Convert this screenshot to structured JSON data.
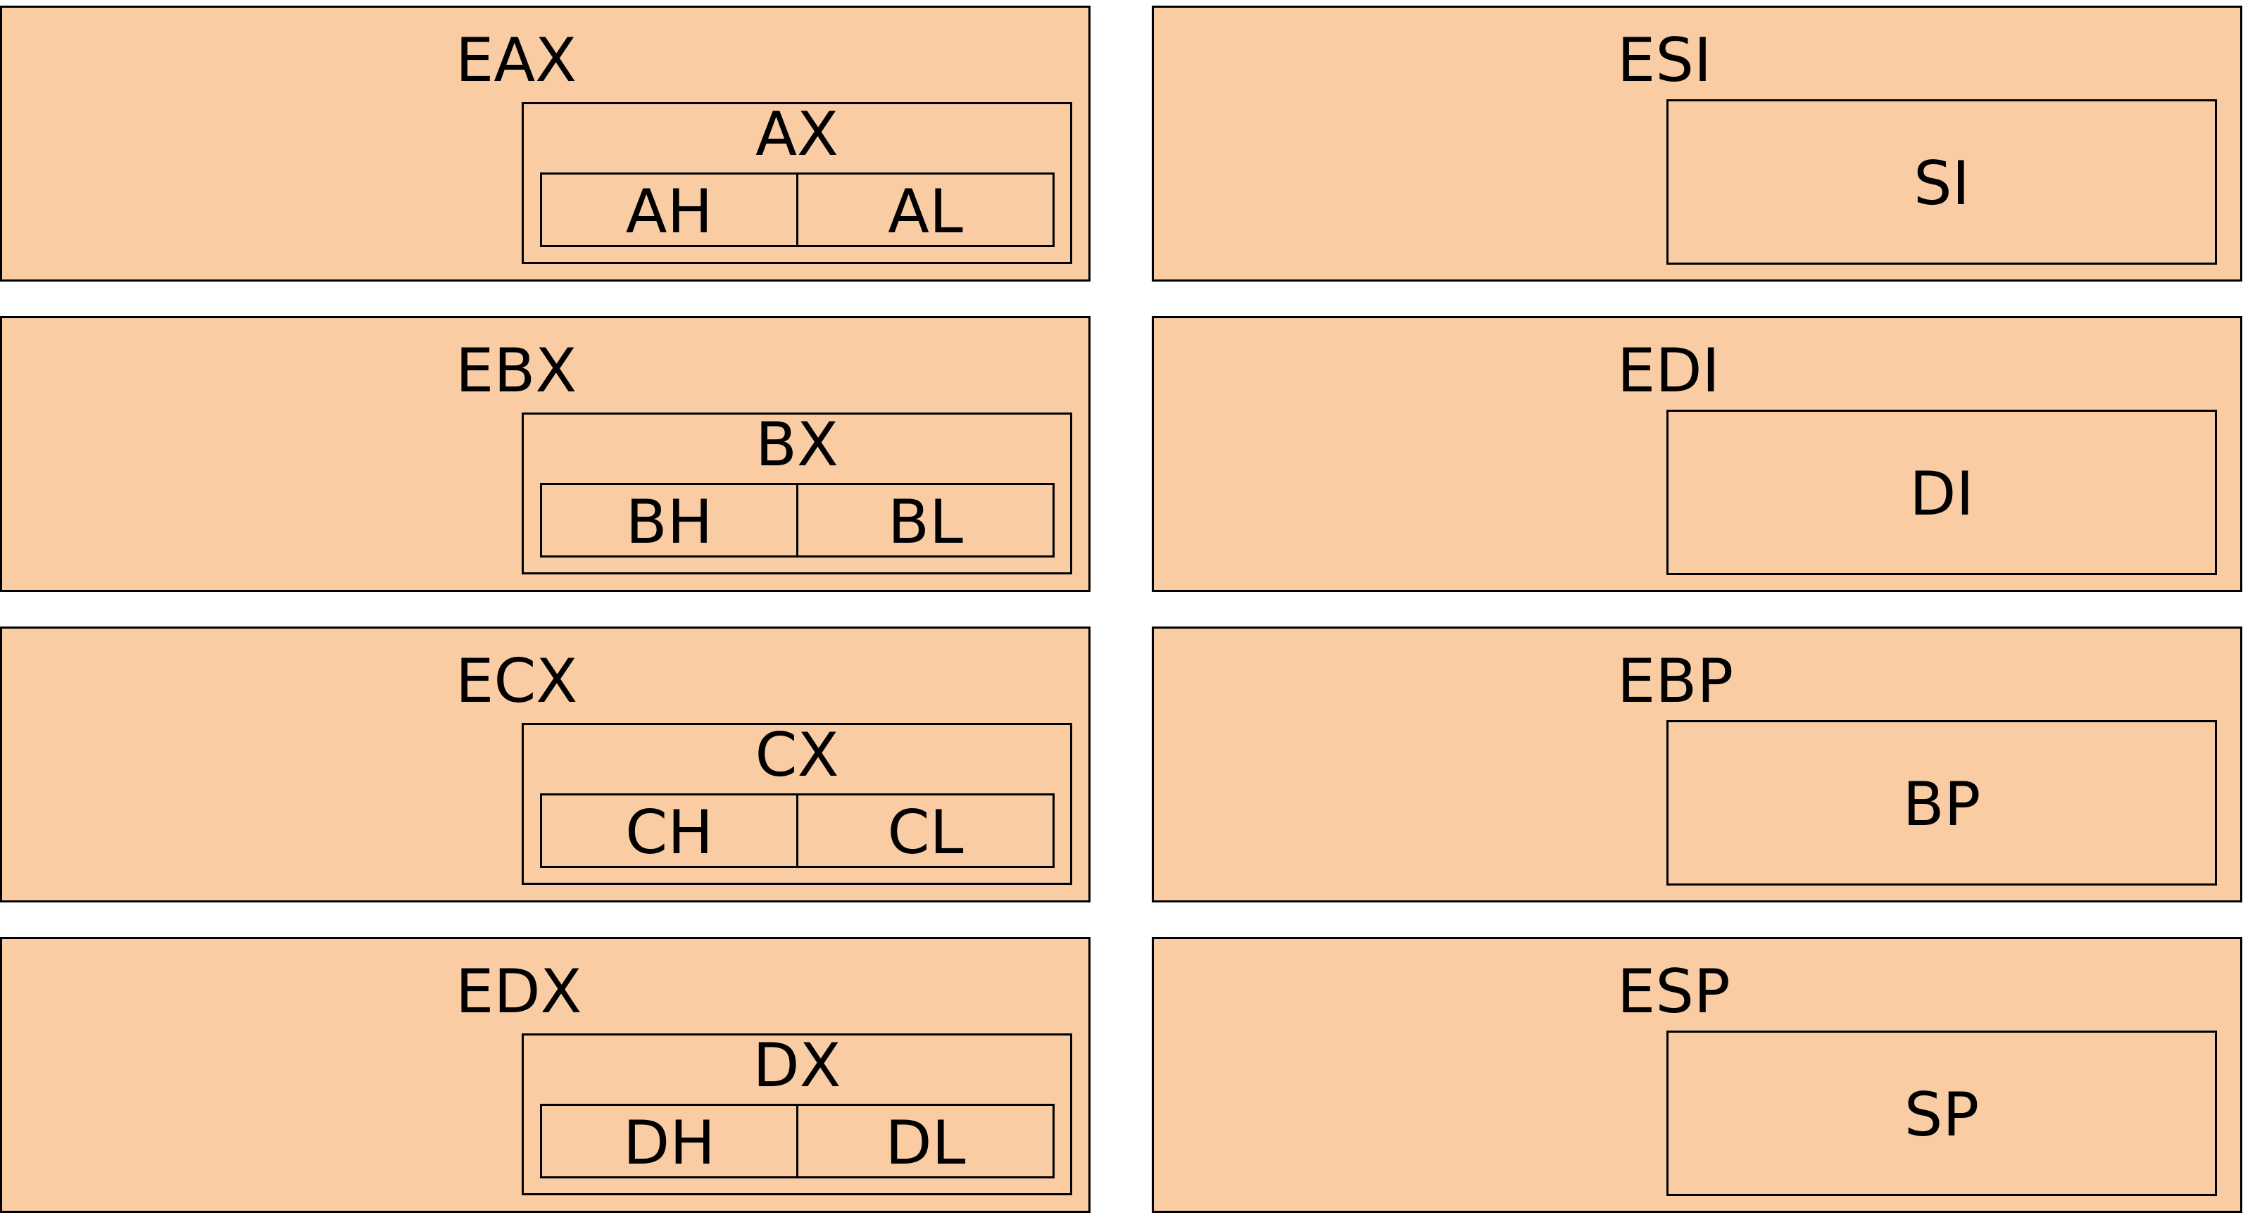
{
  "general_registers": [
    {
      "name": "EAX",
      "word": "AX",
      "high": "AH",
      "low": "AL"
    },
    {
      "name": "EBX",
      "word": "BX",
      "high": "BH",
      "low": "BL"
    },
    {
      "name": "ECX",
      "word": "CX",
      "high": "CH",
      "low": "CL"
    },
    {
      "name": "EDX",
      "word": "DX",
      "high": "DH",
      "low": "DL"
    }
  ],
  "index_registers": [
    {
      "name": "ESI",
      "word": "SI"
    },
    {
      "name": "EDI",
      "word": "DI"
    },
    {
      "name": "EBP",
      "word": "BP"
    },
    {
      "name": "ESP",
      "word": "SP"
    }
  ],
  "colors": {
    "fill": "#f9cca4",
    "stroke": "#000000"
  }
}
